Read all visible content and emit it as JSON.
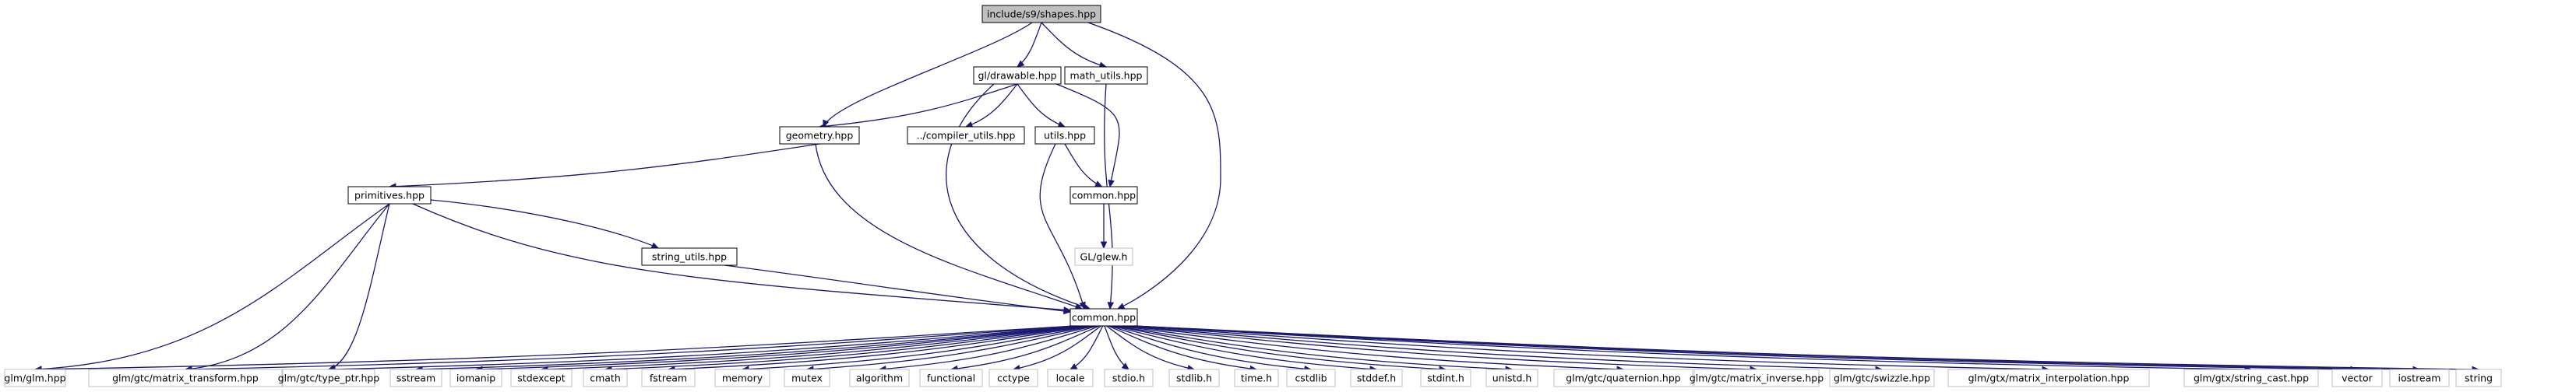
{
  "graph": {
    "root": "include/s9/shapes.hpp",
    "nodes": [
      {
        "id": "shapes",
        "label": "include/s9/shapes.hpp",
        "kind": "root"
      },
      {
        "id": "drawable",
        "label": "gl/drawable.hpp",
        "kind": "doc"
      },
      {
        "id": "math_utils",
        "label": "math_utils.hpp",
        "kind": "doc"
      },
      {
        "id": "geometry",
        "label": "geometry.hpp",
        "kind": "doc"
      },
      {
        "id": "compiler_utils",
        "label": "../compiler_utils.hpp",
        "kind": "doc"
      },
      {
        "id": "utils",
        "label": "utils.hpp",
        "kind": "doc"
      },
      {
        "id": "primitives",
        "label": "primitives.hpp",
        "kind": "doc"
      },
      {
        "id": "common_gl",
        "label": "common.hpp",
        "kind": "doc"
      },
      {
        "id": "glew",
        "label": "GL/glew.h",
        "kind": "ext"
      },
      {
        "id": "string_utils",
        "label": "string_utils.hpp",
        "kind": "doc"
      },
      {
        "id": "common",
        "label": "common.hpp",
        "kind": "doc"
      },
      {
        "id": "glm",
        "label": "glm/glm.hpp",
        "kind": "ext"
      },
      {
        "id": "mt",
        "label": "glm/gtc/matrix_transform.hpp",
        "kind": "ext"
      },
      {
        "id": "tp",
        "label": "glm/gtc/type_ptr.hpp",
        "kind": "ext"
      },
      {
        "id": "sstream",
        "label": "sstream",
        "kind": "ext"
      },
      {
        "id": "iomanip",
        "label": "iomanip",
        "kind": "ext"
      },
      {
        "id": "stdexcept",
        "label": "stdexcept",
        "kind": "ext"
      },
      {
        "id": "cmath",
        "label": "cmath",
        "kind": "ext"
      },
      {
        "id": "fstream",
        "label": "fstream",
        "kind": "ext"
      },
      {
        "id": "memory",
        "label": "memory",
        "kind": "ext"
      },
      {
        "id": "mutex",
        "label": "mutex",
        "kind": "ext"
      },
      {
        "id": "algorithm",
        "label": "algorithm",
        "kind": "ext"
      },
      {
        "id": "functional",
        "label": "functional",
        "kind": "ext"
      },
      {
        "id": "cctype",
        "label": "cctype",
        "kind": "ext"
      },
      {
        "id": "locale",
        "label": "locale",
        "kind": "ext"
      },
      {
        "id": "stdio",
        "label": "stdio.h",
        "kind": "ext"
      },
      {
        "id": "stdlib",
        "label": "stdlib.h",
        "kind": "ext"
      },
      {
        "id": "time",
        "label": "time.h",
        "kind": "ext"
      },
      {
        "id": "cstdlib",
        "label": "cstdlib",
        "kind": "ext"
      },
      {
        "id": "stddef",
        "label": "stddef.h",
        "kind": "ext"
      },
      {
        "id": "stdint",
        "label": "stdint.h",
        "kind": "ext"
      },
      {
        "id": "unistd",
        "label": "unistd.h",
        "kind": "ext"
      },
      {
        "id": "quat",
        "label": "glm/gtc/quaternion.hpp",
        "kind": "ext"
      },
      {
        "id": "minv",
        "label": "glm/gtc/matrix_inverse.hpp",
        "kind": "ext"
      },
      {
        "id": "swz",
        "label": "glm/gtc/swizzle.hpp",
        "kind": "ext"
      },
      {
        "id": "minterp",
        "label": "glm/gtx/matrix_interpolation.hpp",
        "kind": "ext"
      },
      {
        "id": "strcast",
        "label": "glm/gtx/string_cast.hpp",
        "kind": "ext"
      },
      {
        "id": "vector",
        "label": "vector",
        "kind": "ext"
      },
      {
        "id": "iostream",
        "label": "iostream",
        "kind": "ext"
      },
      {
        "id": "string",
        "label": "string",
        "kind": "ext"
      }
    ],
    "edges": [
      [
        "shapes",
        "drawable"
      ],
      [
        "shapes",
        "math_utils"
      ],
      [
        "shapes",
        "geometry"
      ],
      [
        "shapes",
        "common"
      ],
      [
        "drawable",
        "geometry"
      ],
      [
        "drawable",
        "compiler_utils"
      ],
      [
        "drawable",
        "utils"
      ],
      [
        "drawable",
        "common_gl"
      ],
      [
        "drawable",
        "common"
      ],
      [
        "math_utils",
        "common"
      ],
      [
        "geometry",
        "primitives"
      ],
      [
        "geometry",
        "common"
      ],
      [
        "utils",
        "common_gl"
      ],
      [
        "utils",
        "common"
      ],
      [
        "common_gl",
        "glew"
      ],
      [
        "primitives",
        "string_utils"
      ],
      [
        "primitives",
        "common"
      ],
      [
        "primitives",
        "glm"
      ],
      [
        "primitives",
        "mt"
      ],
      [
        "primitives",
        "tp"
      ],
      [
        "string_utils",
        "common"
      ],
      [
        "common",
        "glm"
      ],
      [
        "common",
        "mt"
      ],
      [
        "common",
        "tp"
      ],
      [
        "common",
        "sstream"
      ],
      [
        "common",
        "iomanip"
      ],
      [
        "common",
        "stdexcept"
      ],
      [
        "common",
        "cmath"
      ],
      [
        "common",
        "fstream"
      ],
      [
        "common",
        "memory"
      ],
      [
        "common",
        "mutex"
      ],
      [
        "common",
        "algorithm"
      ],
      [
        "common",
        "functional"
      ],
      [
        "common",
        "cctype"
      ],
      [
        "common",
        "locale"
      ],
      [
        "common",
        "stdio"
      ],
      [
        "common",
        "stdlib"
      ],
      [
        "common",
        "time"
      ],
      [
        "common",
        "cstdlib"
      ],
      [
        "common",
        "stddef"
      ],
      [
        "common",
        "stdint"
      ],
      [
        "common",
        "unistd"
      ],
      [
        "common",
        "quat"
      ],
      [
        "common",
        "minv"
      ],
      [
        "common",
        "swz"
      ],
      [
        "common",
        "minterp"
      ],
      [
        "common",
        "strcast"
      ],
      [
        "common",
        "vector"
      ],
      [
        "common",
        "iostream"
      ],
      [
        "common",
        "string"
      ]
    ]
  },
  "colors": {
    "root_fill": "#bfbfbf",
    "doc_border": "#000000",
    "ext_border": "#bfbfbf",
    "edge": "#191970"
  }
}
